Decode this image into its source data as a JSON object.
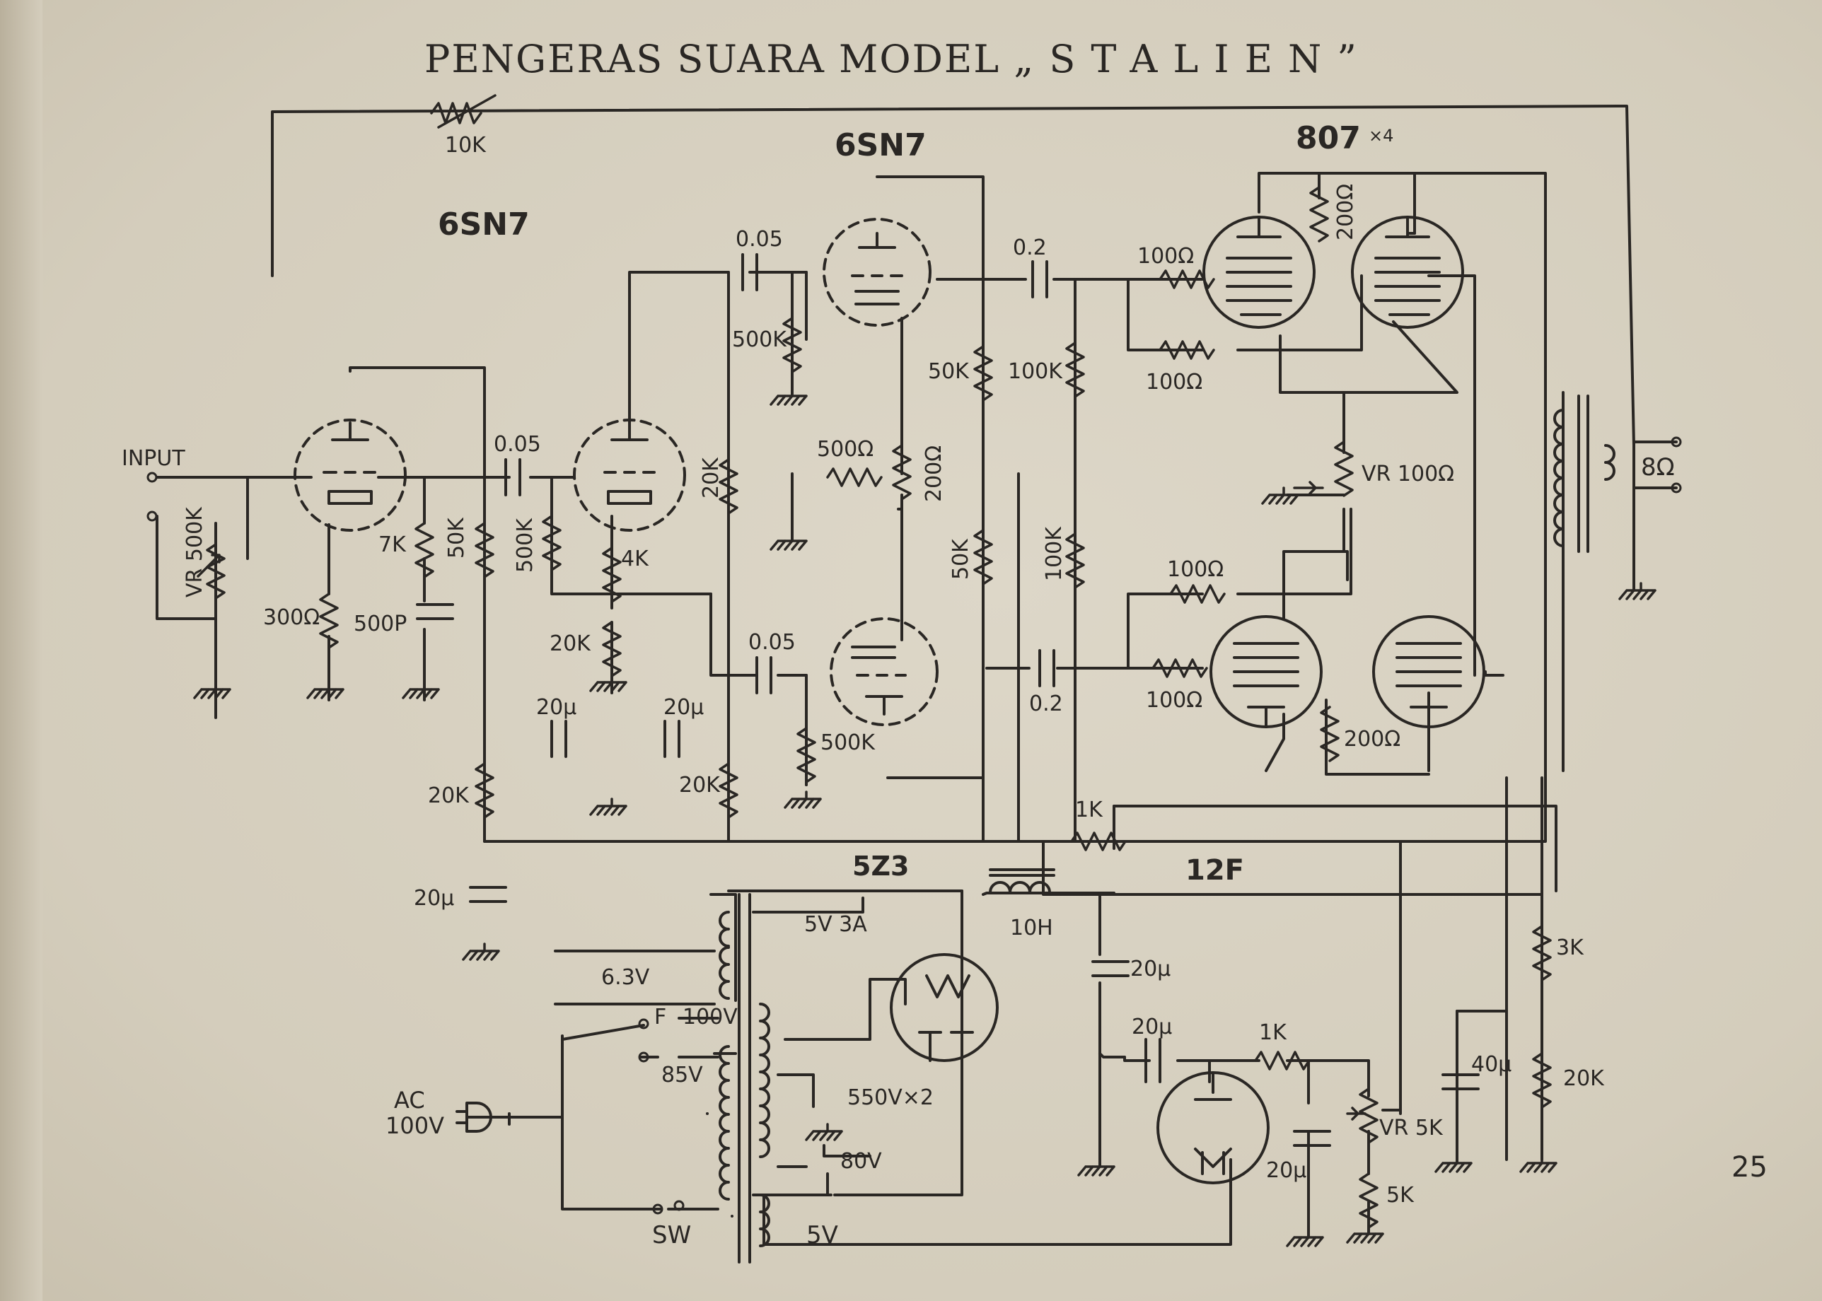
{
  "title": {
    "prefix": "PENGERAS  SUARA  MODEL",
    "model": "„STALIEN”"
  },
  "page_number": "25",
  "tubes": {
    "v1": "6SN7",
    "v2": "6SN7",
    "output": "807",
    "output_count": "×4",
    "rectifier": "5Z3",
    "regulator": "12F"
  },
  "labels": {
    "input": "INPUT",
    "feedback": "10K",
    "vr500k": "VR 500K",
    "r300": "300Ω",
    "r7k": "7K",
    "c500p": "500P",
    "r50k_a": "50K",
    "c005_a": "0.05",
    "r500k_a": "500K",
    "r4k": "4K",
    "r20k_a": "20K",
    "c005_b": "0.05",
    "r500k_b": "500K",
    "r20k_b": "20K",
    "r500": "500Ω",
    "r200_a": "200Ω",
    "c005_c": "0.05",
    "r500k_c": "500K",
    "c02_a": "0.2",
    "c02_b": "0.2",
    "r50k_b": "50K",
    "r100k_a": "100K",
    "r50k_c": "50K",
    "r100k_b": "100K",
    "r100_a": "100Ω",
    "r100_b": "100Ω",
    "r100_c": "100Ω",
    "r100_d": "100Ω",
    "r200_b": "200Ω",
    "r200_c": "200Ω",
    "vr100": "VR 100Ω",
    "spk": "8Ω",
    "c20u_a": "20μ",
    "c20u_b": "20μ",
    "r20k_c": "20K",
    "r20k_d": "20K",
    "c20u_c": "20μ",
    "r1k_a": "1K",
    "w5v3a": "5V 3A",
    "w63v": "6.3V",
    "tap100": "100V",
    "fuse": "F",
    "tap85": "85V",
    "ac": "AC",
    "ac100": "100V",
    "sec550": "550V×2",
    "tap80": "80V",
    "w5v": "5V",
    "sw": "SW",
    "choke": "10H",
    "c20u_d": "20μ",
    "c20u_e": "20μ",
    "r1k_b": "1K",
    "c20u_f": "20μ",
    "vr5k": "VR 5K",
    "r5k": "5K",
    "r3k": "3K",
    "c40u": "40μ",
    "r20k_e": "20K"
  },
  "colors": {
    "ink": "#2a2724",
    "paper": "#d8d2c2"
  }
}
